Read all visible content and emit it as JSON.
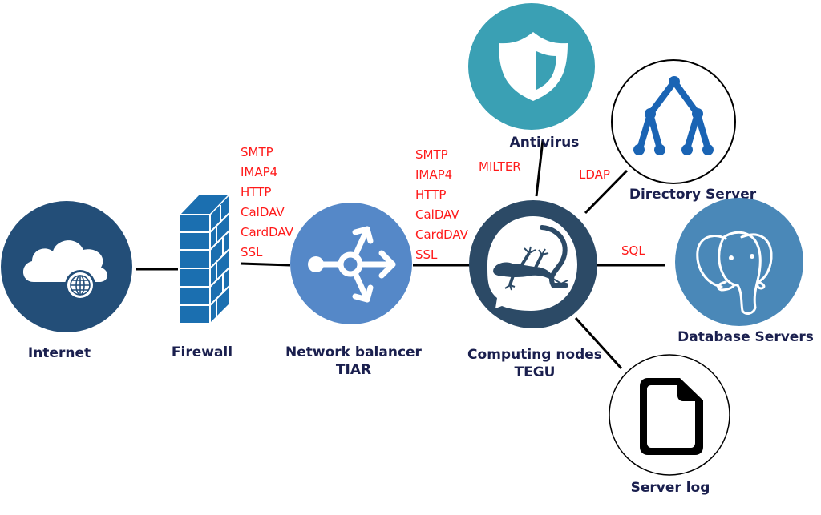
{
  "diagram": {
    "title": "Mail server architecture",
    "colors": {
      "internet": "#234e78",
      "firewall": "#1b6fb0",
      "balancer": "#5588c8",
      "antivirus": "#3aa0b4",
      "tegu": "#2c4a66",
      "directory_icon": "#1a64b4",
      "database": "#4a88b8",
      "label": "#1a1f4e",
      "protocol": "#ff1a1a"
    },
    "nodes": {
      "internet": {
        "label": "Internet",
        "icon": "cloud-globe-icon"
      },
      "firewall": {
        "label": "Firewall",
        "icon": "brick-wall-icon"
      },
      "balancer": {
        "label_line1": "Network balancer",
        "label_line2": "TIAR",
        "icon": "split-arrows-icon"
      },
      "antivirus": {
        "label": "Antivirus",
        "icon": "shield-icon"
      },
      "tegu": {
        "label_line1": "Computing nodes",
        "label_line2": "TEGU",
        "icon": "lizard-icon"
      },
      "directory": {
        "label": "Directory Server",
        "icon": "tree-hierarchy-icon"
      },
      "database": {
        "label": "Database Servers",
        "icon": "elephant-icon"
      },
      "serverlog": {
        "label": "Server log",
        "icon": "document-icon"
      }
    },
    "edges": {
      "firewall_balancer_protocols": [
        "SMTP",
        "IMAP4",
        "HTTP",
        "CalDAV",
        "CardDAV",
        "SSL"
      ],
      "balancer_tegu_protocols": [
        "SMTP",
        "IMAP4",
        "HTTP",
        "CalDAV",
        "CardDAV",
        "SSL"
      ],
      "antivirus_protocol": "MILTER",
      "directory_protocol": "LDAP",
      "database_protocol": "SQL"
    }
  }
}
